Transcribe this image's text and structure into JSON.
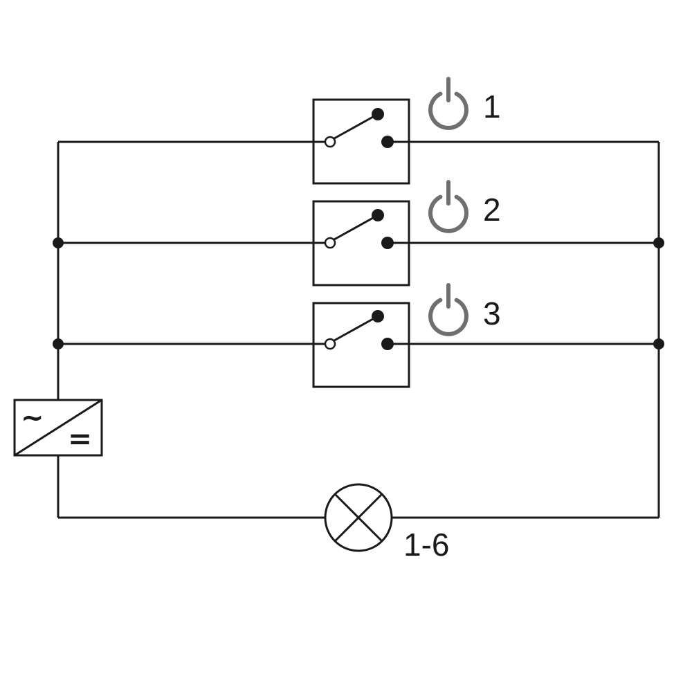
{
  "switches": [
    {
      "label": "1",
      "icon": "power-icon"
    },
    {
      "label": "2",
      "icon": "power-icon"
    },
    {
      "label": "3",
      "icon": "power-icon"
    }
  ],
  "converter": {
    "input_symbol": "~",
    "output_symbol": "="
  },
  "lamp": {
    "label": "1-6",
    "icon": "lamp-icon"
  },
  "colors": {
    "line": "#1a1a1a",
    "power_icon": "#6f6f6f"
  }
}
